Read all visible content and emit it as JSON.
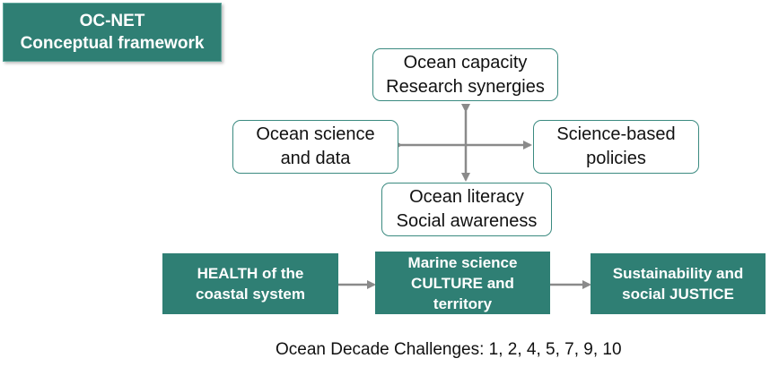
{
  "title": {
    "line1": "OC-NET",
    "line2": "Conceptual framework"
  },
  "concept_boxes": {
    "capacity": {
      "line1": "Ocean capacity",
      "line2": "Research synergies"
    },
    "science": {
      "line1": "Ocean science",
      "line2": "and data"
    },
    "policies": {
      "line1": "Science-based",
      "line2": "policies"
    },
    "literacy": {
      "line1": "Ocean literacy",
      "line2": "Social awareness"
    }
  },
  "pillars": {
    "health": {
      "line1": "HEALTH of the",
      "line2": "coastal system"
    },
    "culture": {
      "line1": "Marine science",
      "line2": "CULTURE and",
      "line3": "territory"
    },
    "justice": {
      "line1": "Sustainability and",
      "line2": "social JUSTICE"
    }
  },
  "footer": {
    "challenges": "Ocean Decade Challenges: 1, 2, 4, 5, 7, 9, 10"
  },
  "colors": {
    "teal_fill": "#2f7f74",
    "teal_border": "#3b8a80",
    "arrow_gray": "#8a8a8a"
  }
}
